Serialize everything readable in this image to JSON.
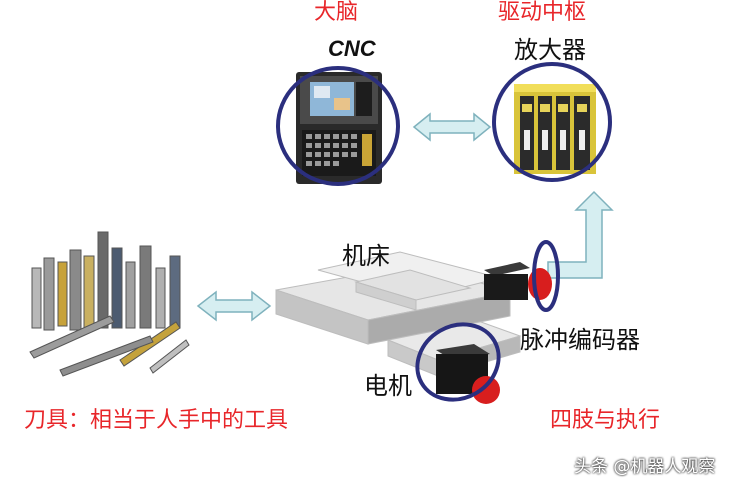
{
  "labels": {
    "brain": "大脑",
    "drive_hub": "驱动中枢",
    "cnc": "CNC",
    "amplifier": "放大器",
    "machine_tool": "机床",
    "pulse_encoder": "脉冲编码器",
    "motor": "电机",
    "tool_caption": "刀具：相当于人手中的工具",
    "limbs_caption": "四肢与执行",
    "watermark": "头条 @机器人观察"
  },
  "colors": {
    "accent_red": "#e8262a",
    "circle_navy": "#2b2f7e",
    "arrow_fill": "#d6eef1",
    "arrow_stroke": "#7fb2bd",
    "table_gray": "#d9d9d9"
  }
}
